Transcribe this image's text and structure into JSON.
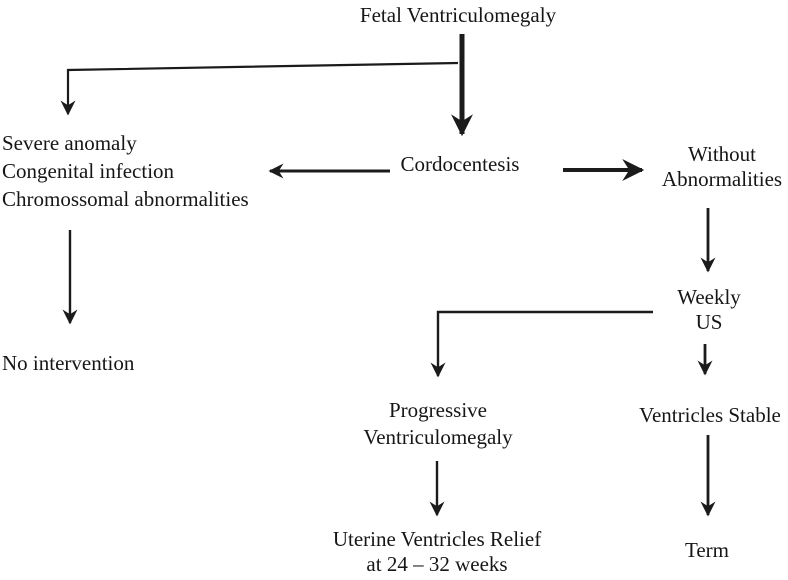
{
  "diagram": {
    "title": "Fetal Ventriculomegaly",
    "colors": {
      "line": "#1b1b1b",
      "text": "#161616",
      "background": "#ffffff"
    },
    "nodes": {
      "root": {
        "label": "Fetal Ventriculomegaly"
      },
      "cordocentesis": {
        "label": "Cordocentesis"
      },
      "abnormal_findings": {
        "lines": [
          "Severe anomaly",
          "Congenital infection",
          "Chromossomal abnormalities"
        ]
      },
      "no_intervention": {
        "label": "No intervention"
      },
      "without_abnormalities": {
        "line1": "Without",
        "line2": "Abnormalities"
      },
      "weekly_us": {
        "line1": "Weekly",
        "line2": "US"
      },
      "progressive_ventriculomegaly": {
        "line1": "Progressive",
        "line2": "Ventriculomegaly"
      },
      "ventricles_stable": {
        "label": "Ventricles Stable"
      },
      "uterine_relief": {
        "line1": "Uterine Ventricles Relief",
        "line2": "at 24 – 32 weeks"
      },
      "term": {
        "label": "Term"
      }
    },
    "edges": [
      "root -> cordocentesis",
      "root -> abnormal_findings",
      "cordocentesis -> abnormal_findings",
      "cordocentesis -> without_abnormalities",
      "abnormal_findings -> no_intervention",
      "without_abnormalities -> weekly_us",
      "weekly_us -> progressive_ventriculomegaly",
      "weekly_us -> ventricles_stable",
      "progressive_ventriculomegaly -> uterine_relief",
      "ventricles_stable -> term"
    ]
  }
}
